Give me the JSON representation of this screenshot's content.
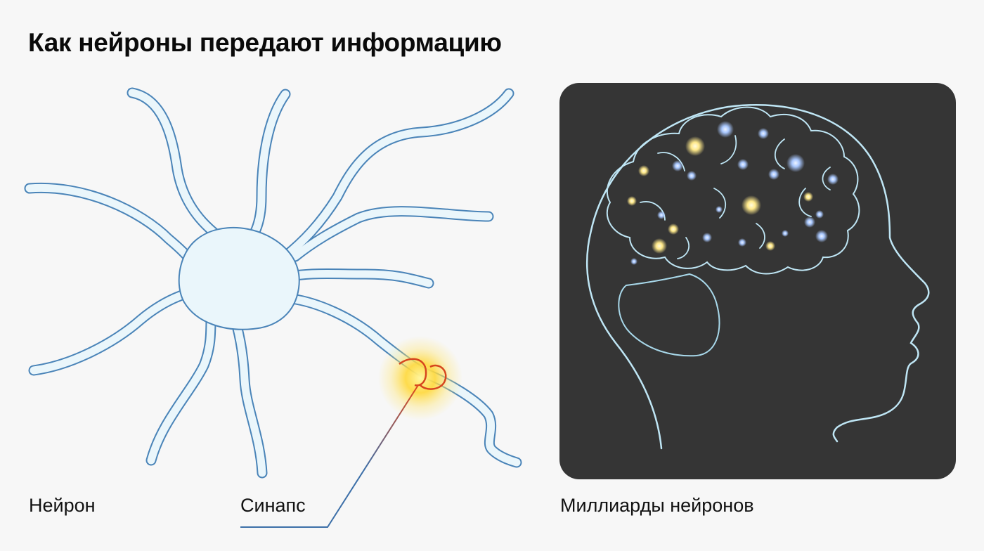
{
  "title": "Как нейроны передают информацию",
  "labels": {
    "neuron": "Нейрон",
    "synapse": "Синапс",
    "billions": "Миллиарды нейронов"
  },
  "colors": {
    "background": "#f7f7f7",
    "neuron_fill": "#eaf6fb",
    "neuron_outline": "#4a84b8",
    "synapse_glow": "#ffd83a",
    "synapse_line": "#d6461e",
    "panel": "#353535",
    "head_outline": "#bfe6f5",
    "spark_warm": "#ffe98a",
    "spark_cool": "#a9c8ff"
  },
  "icons": {
    "neuron": "neuron-illustration",
    "synapse": "synapse-glow",
    "brain": "brain-in-head-illustration"
  }
}
